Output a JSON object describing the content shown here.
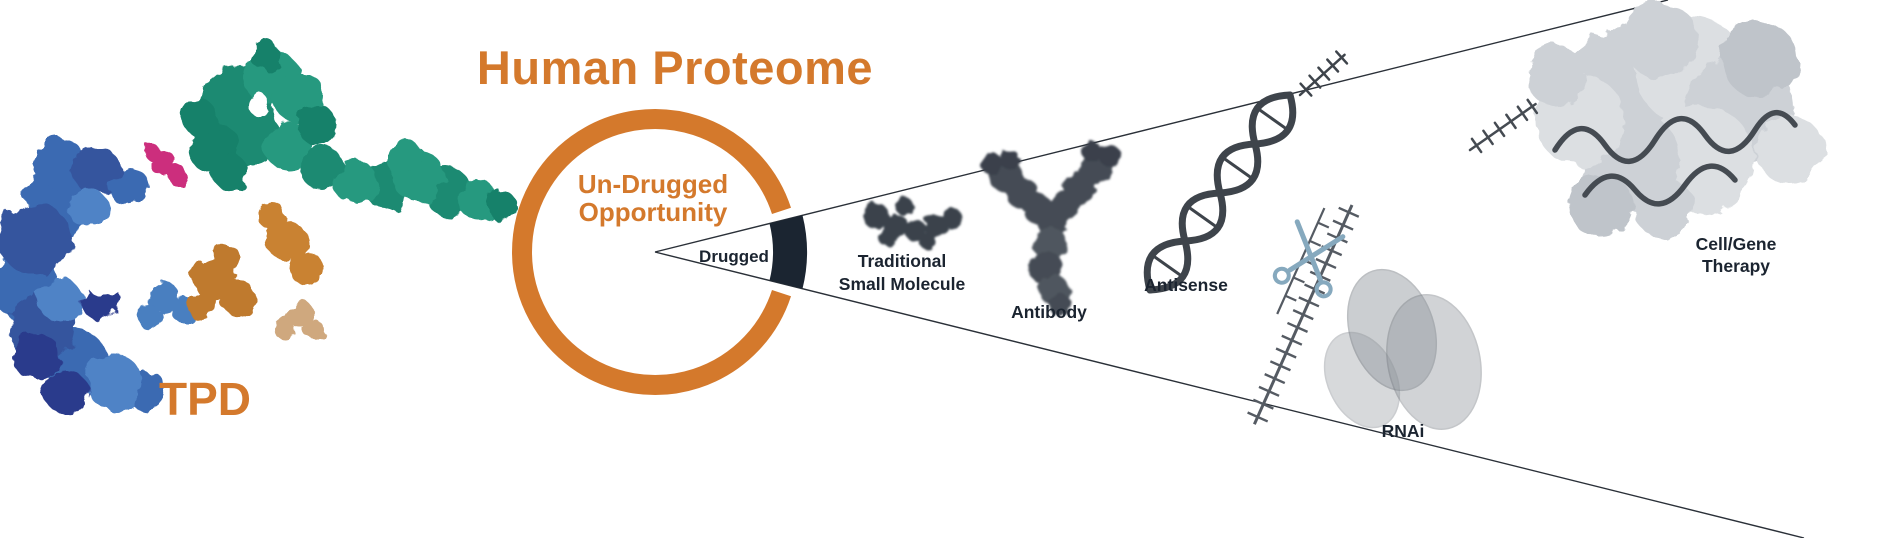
{
  "title": "Human Proteome",
  "tpd": {
    "label": "TPD"
  },
  "proteome_circle": {
    "undrugged_line1": "Un-Drugged",
    "undrugged_line2": "Opportunity",
    "drugged_label": "Drugged"
  },
  "modalities": {
    "small_molecule": {
      "line1": "Traditional",
      "line2": "Small Molecule"
    },
    "antibody": {
      "label": "Antibody"
    },
    "antisense": {
      "label": "Antisense"
    },
    "rnai": {
      "label": "RNAi"
    },
    "cell_gene_therapy": {
      "line1": "Cell/Gene",
      "line2": "Therapy"
    }
  },
  "colors": {
    "accent_orange": "#D4792C",
    "drugged_wedge_navy": "#1B2531",
    "label_text": "#1B2430"
  }
}
